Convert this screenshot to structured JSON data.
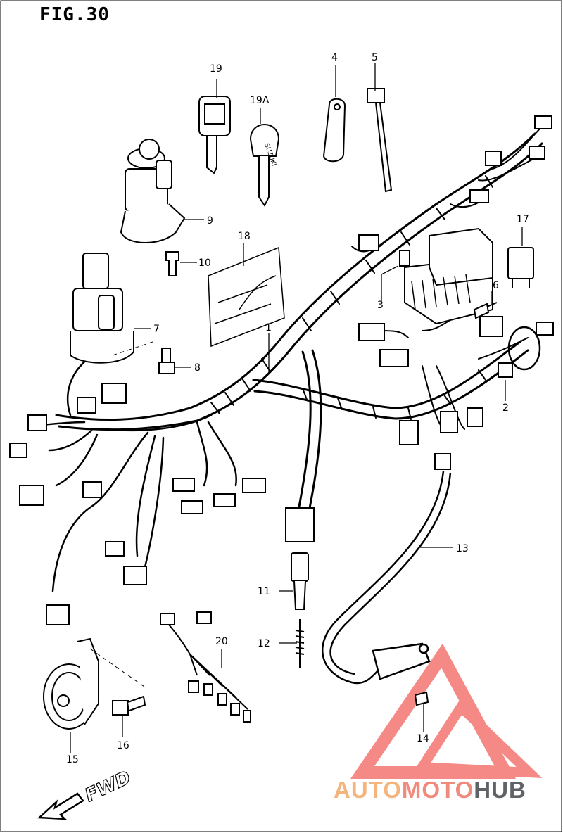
{
  "figure": {
    "title": "FIG.30"
  },
  "parts": [
    {
      "id": "p1",
      "label": "1"
    },
    {
      "id": "p2",
      "label": "2"
    },
    {
      "id": "p3",
      "label": "3"
    },
    {
      "id": "p4",
      "label": "4"
    },
    {
      "id": "p5",
      "label": "5"
    },
    {
      "id": "p6",
      "label": "6"
    },
    {
      "id": "p7",
      "label": "7"
    },
    {
      "id": "p8",
      "label": "8"
    },
    {
      "id": "p9",
      "label": "9"
    },
    {
      "id": "p10",
      "label": "10"
    },
    {
      "id": "p11",
      "label": "11"
    },
    {
      "id": "p12",
      "label": "12"
    },
    {
      "id": "p13",
      "label": "13"
    },
    {
      "id": "p14",
      "label": "14"
    },
    {
      "id": "p15",
      "label": "15"
    },
    {
      "id": "p16",
      "label": "16"
    },
    {
      "id": "p17",
      "label": "17"
    },
    {
      "id": "p18",
      "label": "18"
    },
    {
      "id": "p19",
      "label": "19"
    },
    {
      "id": "p19a",
      "label": "19A"
    },
    {
      "id": "p20",
      "label": "20"
    }
  ],
  "direction": {
    "label": "FWD"
  },
  "key_brand": "SUZUKI",
  "watermark": {
    "part1": "AUTO",
    "part2": "MOTO",
    "part3": "HUB"
  },
  "colors": {
    "line": "#000000",
    "watermark_red": "#ee2a22",
    "watermark_orange": "#f3b57d",
    "watermark_salmon": "#f08a7c",
    "watermark_gray": "#5f6367"
  }
}
